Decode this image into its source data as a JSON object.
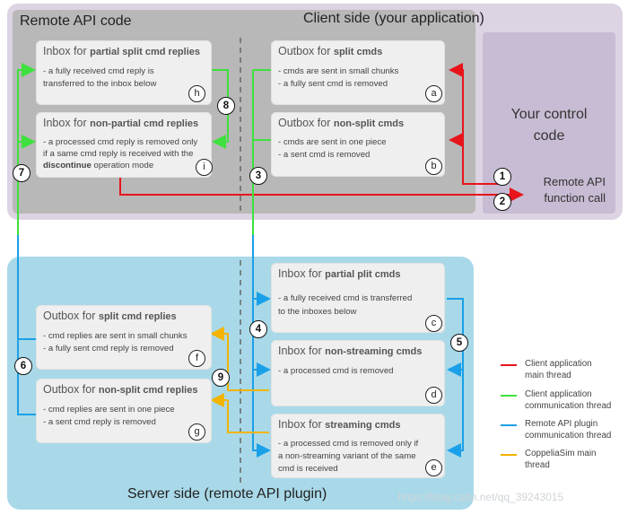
{
  "regions": {
    "client_title": "Client side (your application)",
    "remote_title": "Remote API code",
    "control_title_1": "Your control",
    "control_title_2": "code",
    "server_title": "Server side (remote API plugin)"
  },
  "call": {
    "line1": "Remote  API",
    "line2": "function call"
  },
  "boxes": {
    "inbox_partial_replies": {
      "prefix": "Inbox for ",
      "bold": "partial split cmd replies",
      "b1": "- a  fully  received  cmd  reply  is",
      "b2": "transferred to the inbox below",
      "tag": "h"
    },
    "inbox_nonpartial_replies": {
      "prefix": "Inbox for ",
      "bold": "non-partial cmd replies",
      "b1": "- a processed cmd reply is removed only",
      "b2": "if a same cmd reply is received with the",
      "b3_bold": "discontinue",
      "b3_rest": " operation mode",
      "tag": "i"
    },
    "outbox_split_cmds": {
      "prefix": "Outbox for ",
      "bold": "split cmds",
      "b1": "- cmds are sent in small chunks",
      "b2": "- a fully sent cmd is removed",
      "tag": "a"
    },
    "outbox_nonsplit_cmds": {
      "prefix": "Outbox for ",
      "bold": "non-split cmds",
      "b1": "- cmds are sent in one piece",
      "b2": "- a sent cmd is removed",
      "tag": "b"
    },
    "inbox_partial_cmds": {
      "prefix": "Inbox for ",
      "bold": "partial plit cmds",
      "b1": "- a  fully  received  cmd  is  transferred",
      "b2": "to the inboxes below",
      "tag": "c"
    },
    "inbox_nonstreaming": {
      "prefix": "Inbox for ",
      "bold": "non-streaming cmds",
      "b1": "- a processed cmd is removed",
      "tag": "d"
    },
    "inbox_streaming": {
      "prefix": "Inbox for ",
      "bold": "streaming cmds",
      "b1": "- a processed cmd is removed only if",
      "b2": "a non-streaming variant of the same",
      "b3": "cmd is received",
      "tag": "e"
    },
    "outbox_split_replies": {
      "prefix": "Outbox for ",
      "bold": "split cmd replies",
      "b1": "- cmd replies are sent in small chunks",
      "b2": "- a fully sent cmd reply is removed",
      "tag": "f"
    },
    "outbox_nonsplit_replies": {
      "prefix": "Outbox for ",
      "bold": "non-split cmd replies",
      "b1": "- cmd replies are sent in one piece",
      "b2": "- a sent cmd reply is removed",
      "tag": "g"
    }
  },
  "numbers": [
    "1",
    "2",
    "3",
    "4",
    "5",
    "6",
    "7",
    "8",
    "9"
  ],
  "legend": [
    {
      "color": "#e8141a",
      "line1": "Client application",
      "line2": "main thread"
    },
    {
      "color": "#3ee03e",
      "line1": "Client application",
      "line2": "communication thread"
    },
    {
      "color": "#1aa0e8",
      "line1": "Remote API plugin",
      "line2": "communication thread"
    },
    {
      "color": "#f2b400",
      "line1": "CoppeliaSim main",
      "line2": "thread"
    }
  ],
  "colors": {
    "red": "#e8141a",
    "green": "#3ee03e",
    "blue": "#1aa0e8",
    "yellow": "#f2b400"
  },
  "watermark": "https://blog.csdn.net/qq_39243015"
}
